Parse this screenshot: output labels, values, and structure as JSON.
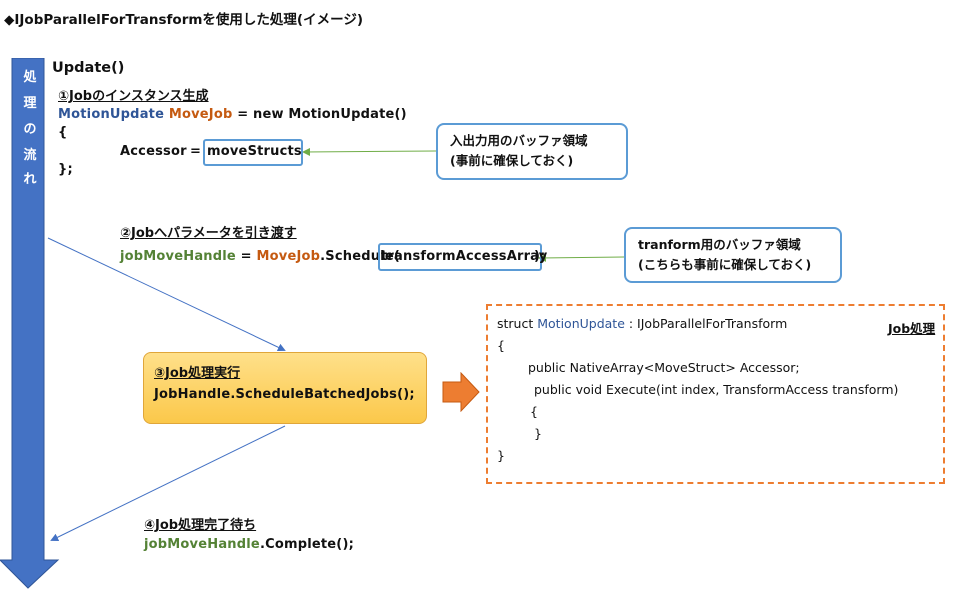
{
  "title": "◆IJobParallelForTransformを使用した処理(イメージ)",
  "flow_label": [
    "処",
    "理",
    "の",
    "流",
    "れ"
  ],
  "update_label": "Update()",
  "step1": {
    "heading": "①Jobのインスタンス生成",
    "line1_type": "MotionUpdate",
    "line1_var": "MoveJob",
    "line1_rest": " = new MotionUpdate()",
    "brace_open": "{",
    "accessor": "Accessor",
    "equals": "=",
    "move_structs": "moveStructs",
    "brace_close": "};"
  },
  "callout1": {
    "line1": "入出力用のバッファ領域",
    "line2": "(事前に確保しておく)"
  },
  "step2": {
    "heading": "②Jobへパラメータを引き渡す",
    "handle": "jobMoveHandle",
    "equals": "=",
    "movejob": "MoveJob",
    "schedule": ".Schedule(",
    "arg": "transformAccessArray",
    "close": ");"
  },
  "callout2": {
    "line1": "tranform用のバッファ領域",
    "line2": "(こちらも事前に確保しておく)"
  },
  "step3": {
    "heading": "③Job処理実行",
    "code": "JobHandle.ScheduleBatchedJobs();"
  },
  "job_box": {
    "label": "Job処理",
    "l1_a": "struct ",
    "l1_type": "MotionUpdate",
    "l1_b": " : IJobParallelForTransform",
    "l2": "{",
    "l3": "public NativeArray<MoveStruct> Accessor;",
    "l4": "public void Execute(int index, TransformAccess transform)",
    "l5": "{",
    "l6": "}",
    "l7": "}"
  },
  "step4": {
    "heading": "④Job処理完了待ち",
    "handle": "jobMoveHandle",
    "rest": ".Complete();"
  },
  "colors": {
    "flow_arrow": "#4472c4",
    "callout_border": "#5b9bd5",
    "exec_fill": "#ffd966",
    "job_border": "#ed7d31",
    "green_arrow": "#70ad47"
  }
}
